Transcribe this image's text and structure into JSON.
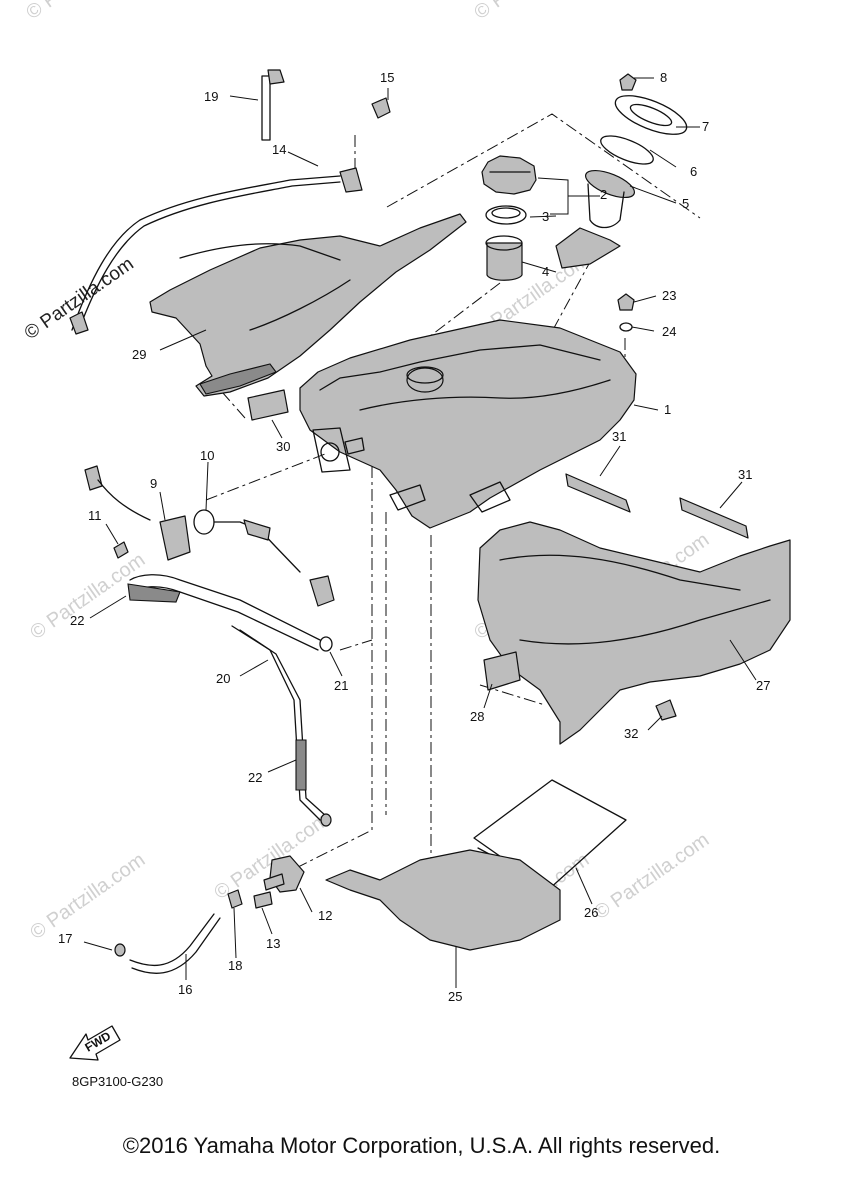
{
  "diagram": {
    "code": "8GP3100-G230",
    "copyright": "©2016 Yamaha Motor Corporation, U.S.A. All rights reserved.",
    "direction_label": "FWD",
    "watermark": "© Partzilla.com",
    "callouts": [
      "1",
      "2",
      "3",
      "4",
      "5",
      "6",
      "7",
      "8",
      "9",
      "10",
      "11",
      "12",
      "13",
      "14",
      "15",
      "16",
      "17",
      "18",
      "19",
      "20",
      "21",
      "22",
      "22",
      "23",
      "24",
      "25",
      "26",
      "27",
      "28",
      "29",
      "30",
      "31",
      "31",
      "32"
    ]
  }
}
